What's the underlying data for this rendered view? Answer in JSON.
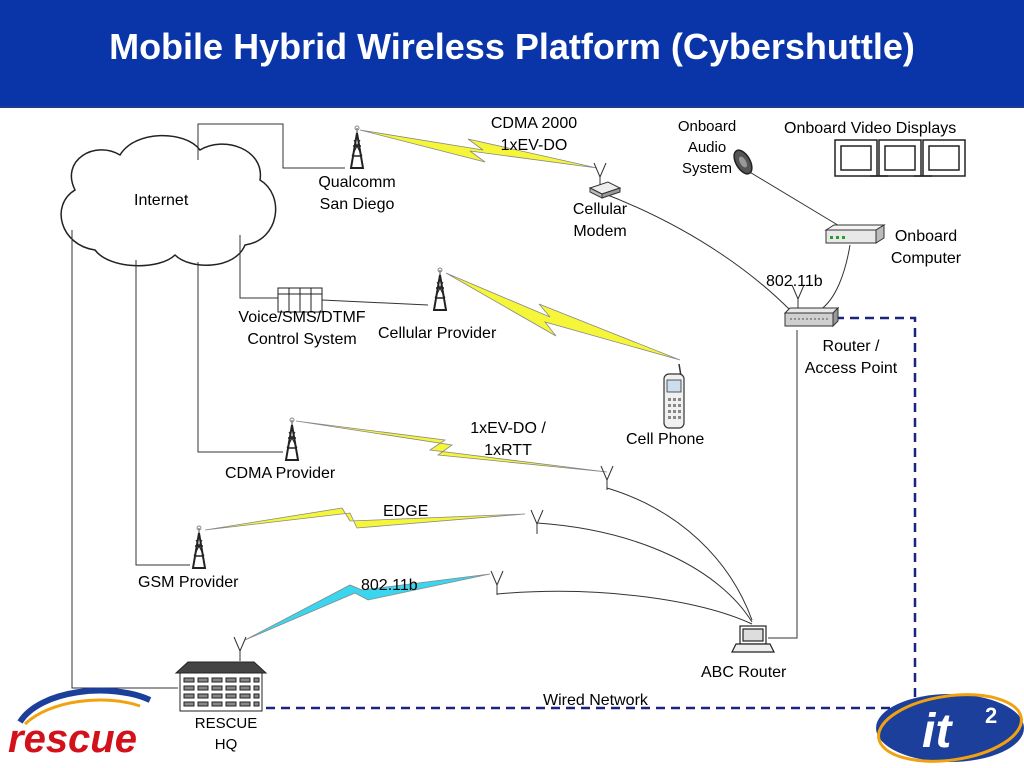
{
  "title": "Mobile Hybrid Wireless Platform (Cybershuttle)",
  "nodes": {
    "internet": "Internet",
    "qualcomm": [
      "Qualcomm",
      "San Diego"
    ],
    "cdma2000": [
      "CDMA 2000",
      "1xEV-DO"
    ],
    "cellular_modem": [
      "Cellular",
      "Modem"
    ],
    "onboard_audio": [
      "Onboard",
      "Audio",
      "System"
    ],
    "onboard_video": "Onboard Video Displays",
    "onboard_computer": [
      "Onboard",
      "Computer"
    ],
    "wifi_top": "802.11b",
    "router_ap": [
      "Router /",
      "Access Point"
    ],
    "voice_system": [
      "Voice/SMS/DTMF",
      "Control System"
    ],
    "cellular_provider": "Cellular Provider",
    "cell_phone": "Cell Phone",
    "evdo_rtt": [
      "1xEV-DO /",
      "1xRTT"
    ],
    "cdma_provider": "CDMA Provider",
    "edge": "EDGE",
    "gsm_provider": "GSM Provider",
    "wifi_bottom": "802.11b",
    "abc_router": "ABC Router",
    "wired_network": "Wired Network",
    "rescue_hq": [
      "RESCUE",
      "HQ"
    ]
  },
  "logos": {
    "rescue": "rescue",
    "it2": "it",
    "it2_sup": "2"
  },
  "colors": {
    "title_bg": "#0a35a8",
    "lightning_yellow": "#f5f53a",
    "lightning_cyan": "#3ad6f0",
    "wired_dash": "#1a237e"
  }
}
